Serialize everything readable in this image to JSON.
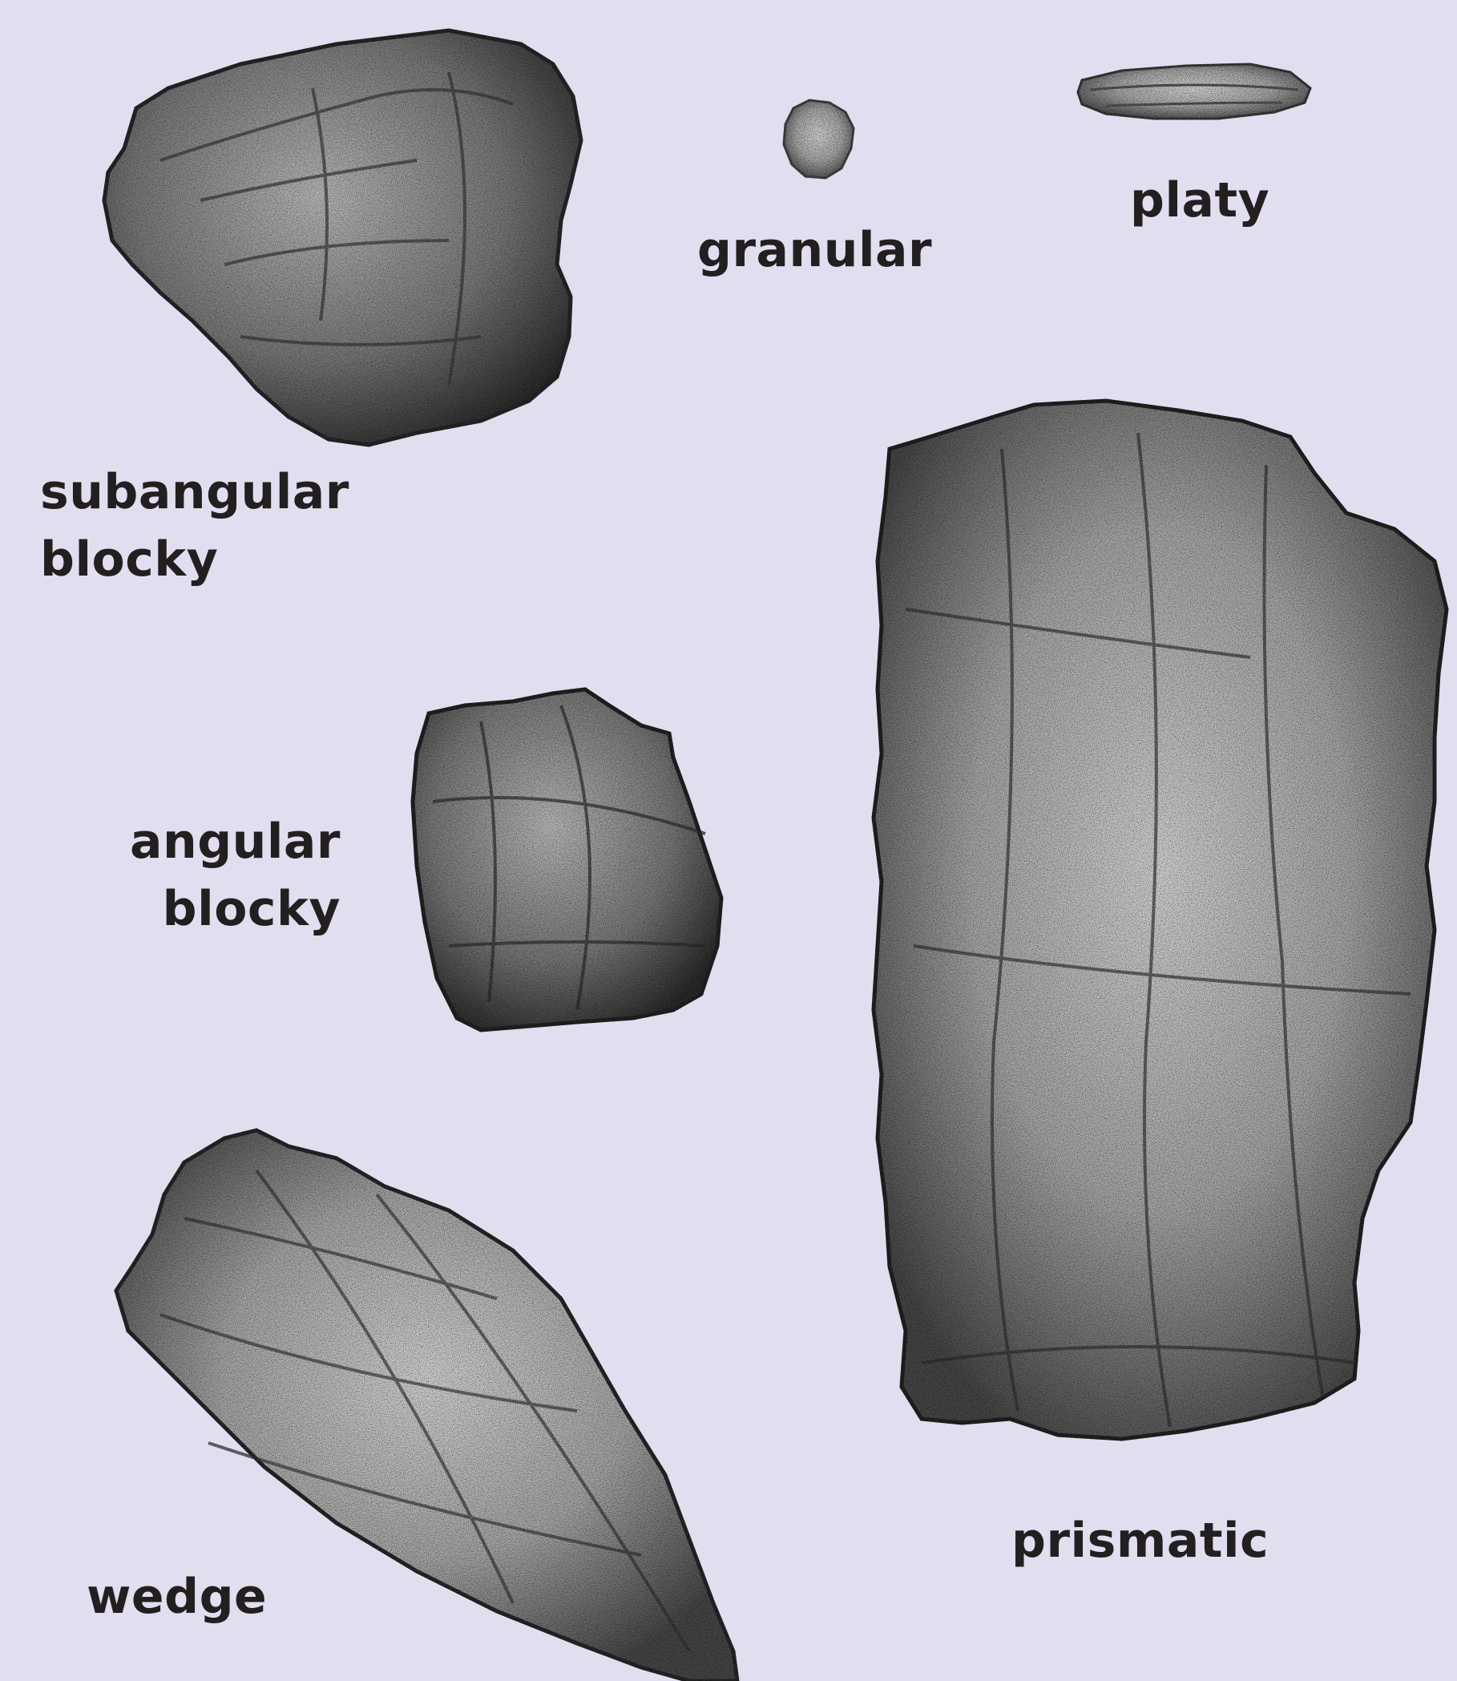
{
  "labels": {
    "subangular_blocky": {
      "line1": "subangular",
      "line2": "blocky"
    },
    "granular": "granular",
    "platy": "platy",
    "angular_blocky": {
      "line1": "angular",
      "line2": "blocky"
    },
    "wedge": "wedge",
    "prismatic": "prismatic"
  },
  "colors": {
    "background": "#e1def0",
    "label_text": "#231f20",
    "rock_fill": "#9a9a9a",
    "rock_dark": "#2e2e2e",
    "rock_light": "#d2d2d2"
  }
}
